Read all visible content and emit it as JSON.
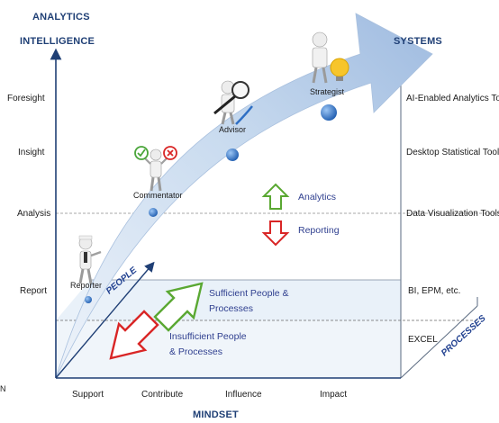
{
  "y_axis": {
    "title_line1": "ANALYTICS",
    "title_line2": "INTELLIGENCE",
    "levels": [
      "Foresight",
      "Insight",
      "Analysis",
      "Report"
    ]
  },
  "x_axis": {
    "title": "MINDSET",
    "levels": [
      "Support",
      "Contribute",
      "Influence",
      "Impact"
    ]
  },
  "right_axis": {
    "title": "SYSTEMS",
    "levels": [
      "AI-Enabled Analytics Too",
      "Desktop Statistical Tool",
      "Data Visualization Tools",
      "BI, EPM, etc.",
      "EXCEL"
    ]
  },
  "diagonal_labels": {
    "people": "PEOPLE",
    "processes": "PROCESSES"
  },
  "stages": [
    "Reporter",
    "Commentator",
    "Advisor",
    "Strategist"
  ],
  "arrows": {
    "analytics": "Analytics",
    "reporting": "Reporting",
    "sufficient_line1": "Sufficient People &",
    "sufficient_line2": "Processes",
    "insufficient_line1": "Insufficient People",
    "insufficient_line2": "& Processes"
  },
  "edge_fragment": "N",
  "colors": {
    "axis": "#1f3f75",
    "band": "#dbe8f5",
    "arrow_body": "#b8cde6",
    "green": "#5aa832",
    "red": "#d92626",
    "node": "#3a78c8"
  }
}
